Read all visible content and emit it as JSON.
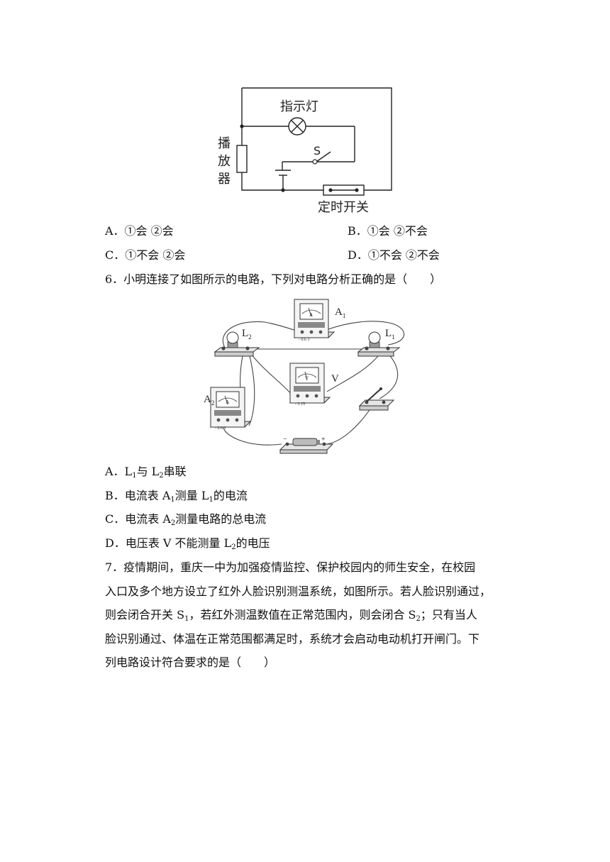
{
  "figure1": {
    "lamp_label": "指示灯",
    "switch_label": "S",
    "player_label": [
      "播",
      "放",
      "器"
    ],
    "timer_label": "定时开关"
  },
  "q5_options": {
    "A": "A．①会  ②会",
    "B": "B．①会  ②不会",
    "C": "C．①不会  ②会",
    "D": "D．①不会  ②不会"
  },
  "q6": {
    "stem": "6．小明连接了如图所示的电路，下列对电路分析正确的是（　　）",
    "figure": {
      "a1": "A",
      "a1_sub": "1",
      "l2": "L",
      "l2_sub": "2",
      "l1": "L",
      "l1_sub": "1",
      "v": "V",
      "a2": "A",
      "a2_sub": "2",
      "ammeter_face": "A",
      "voltmeter_face": "V",
      "ammeter_terminals": "- 0.6 3",
      "voltmeter_terminals": "- 3 15",
      "battery_minus": "−",
      "battery_plus": "+"
    },
    "options": {
      "A": {
        "p1": "A．L",
        "s1": "1",
        "p2": "与 L",
        "s2": "2",
        "p3": "串联"
      },
      "B": {
        "p1": "B．电流表 A",
        "s1": "1",
        "p2": "测量 L",
        "s2": "1",
        "p3": "的电流"
      },
      "C": {
        "p1": "C．电流表 A",
        "s1": "2",
        "p2": "测量电路的总电流"
      },
      "D": {
        "p1": "D．电压表 V 不能测量 L",
        "s1": "2",
        "p2": "的电压"
      }
    }
  },
  "q7": {
    "line1": "7．疫情期间，重庆一中为加强疫情监控、保护校园内的师生安全，在校园",
    "line2": "入口及多个地方设立了红外人脸识别测温系统，如图所示。若人脸识别通过，",
    "line3a": "则会闭合开关 S",
    "line3s1": "1",
    "line3b": "，若红外测温数值在正常范围内，则会闭合 S",
    "line3s2": "2",
    "line3c": "；只有当人",
    "line4": "脸识别通过、体温在正常范围都满足时，系统才会启动电动机打开闸门。下",
    "line5": "列电路设计符合要求的是（　　）"
  }
}
